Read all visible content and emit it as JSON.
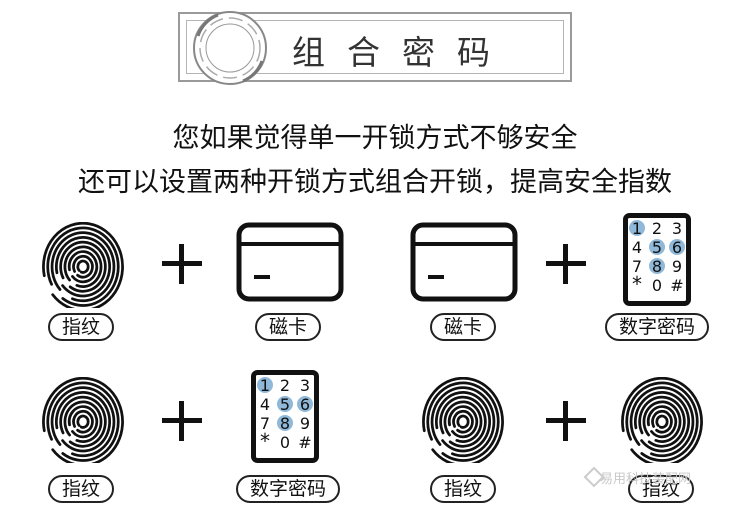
{
  "title": "组合密码",
  "headline": {
    "line1": "您如果觉得单一开锁方式不够安全",
    "line2": "还可以设置两种开锁方式组合开锁，提高安全指数"
  },
  "labels": {
    "fingerprint": "指纹",
    "card": "磁卡",
    "pin": "数字密码"
  },
  "keypad": {
    "keys": [
      "1",
      "2",
      "3",
      "4",
      "5",
      "6",
      "7",
      "8",
      "9",
      "*",
      "0",
      "#"
    ],
    "highlighted": [
      "1",
      "5",
      "6",
      "8"
    ],
    "highlight_color": "#8fb8d9"
  },
  "combinations": [
    {
      "first": "fingerprint",
      "second": "card"
    },
    {
      "first": "card",
      "second": "pin"
    },
    {
      "first": "fingerprint",
      "second": "pin"
    },
    {
      "first": "fingerprint",
      "second": "fingerprint"
    }
  ],
  "icons": [
    "fingerprint-icon",
    "card-icon",
    "keypad-icon",
    "plus-icon",
    "emblem-icon"
  ],
  "watermark": "易用科技装配网"
}
